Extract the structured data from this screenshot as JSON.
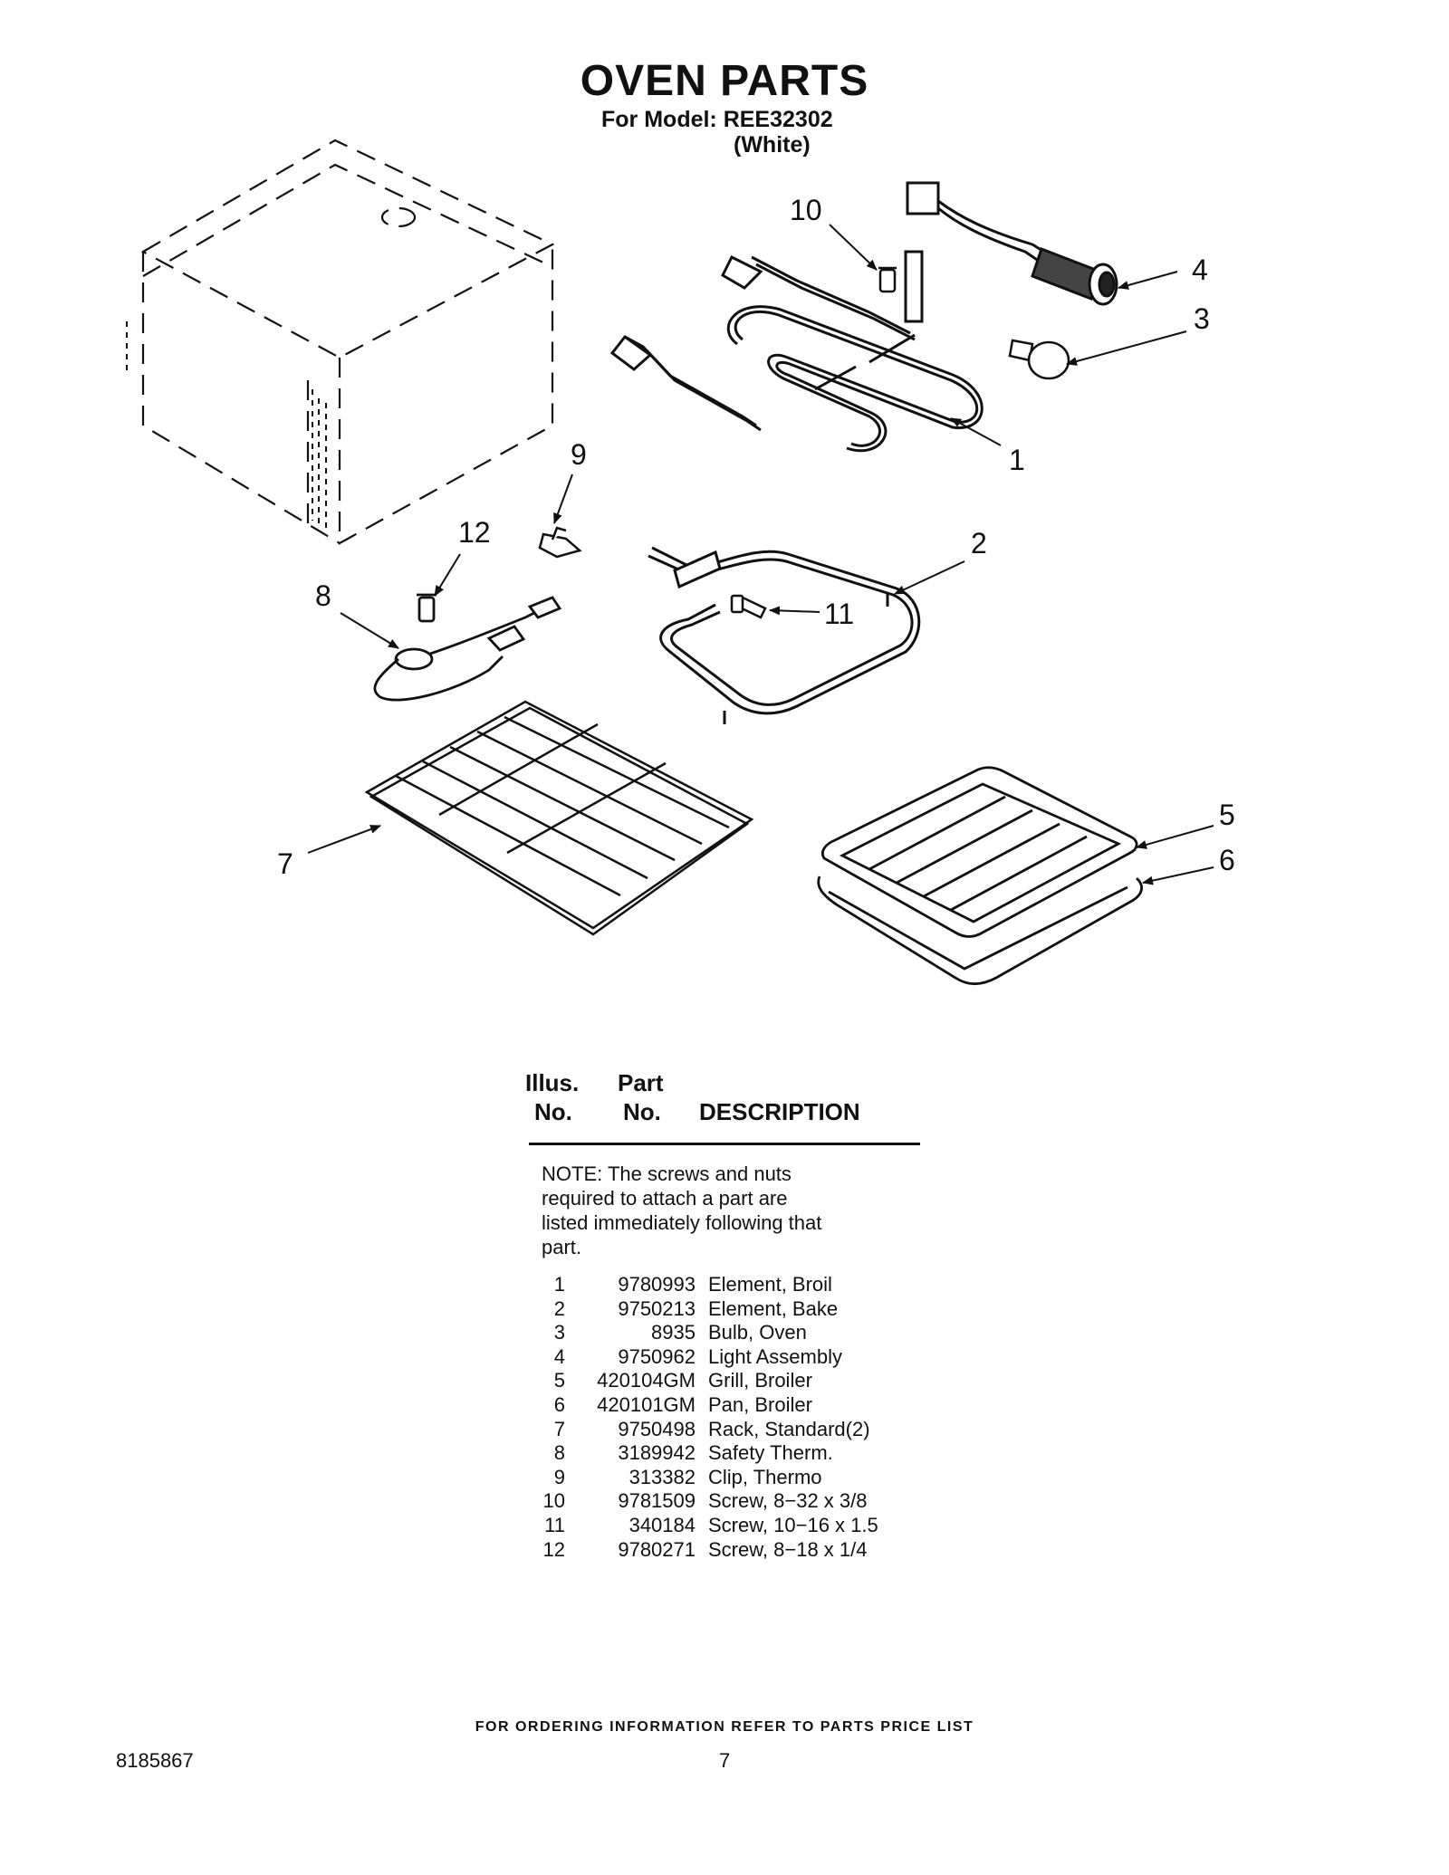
{
  "header": {
    "title": "OVEN PARTS",
    "model": "For Model: REE32302",
    "color": "(White)"
  },
  "callouts": [
    "1",
    "2",
    "3",
    "4",
    "5",
    "6",
    "7",
    "8",
    "9",
    "10",
    "11",
    "12"
  ],
  "table": {
    "headers": {
      "illus": "Illus.",
      "illus_no": "No.",
      "part": "Part",
      "part_no": "No.",
      "description": "DESCRIPTION"
    },
    "note": "NOTE: The screws and nuts required to attach a part are listed immediately following that part.",
    "rows": [
      {
        "no": "1",
        "part": "9780993",
        "desc": "Element, Broil"
      },
      {
        "no": "2",
        "part": "9750213",
        "desc": "Element, Bake"
      },
      {
        "no": "3",
        "part": "8935",
        "desc": "Bulb, Oven"
      },
      {
        "no": "4",
        "part": "9750962",
        "desc": "Light Assembly"
      },
      {
        "no": "5",
        "part": "420104GM",
        "desc": "Grill, Broiler"
      },
      {
        "no": "6",
        "part": "420101GM",
        "desc": "Pan, Broiler"
      },
      {
        "no": "7",
        "part": "9750498",
        "desc": "Rack, Standard(2)"
      },
      {
        "no": "8",
        "part": "3189942",
        "desc": "Safety Therm."
      },
      {
        "no": "9",
        "part": "313382",
        "desc": "Clip, Thermo"
      },
      {
        "no": "10",
        "part": "9781509",
        "desc": "Screw, 8−32 x 3/8"
      },
      {
        "no": "11",
        "part": "340184",
        "desc": "Screw, 10−16 x 1.5"
      },
      {
        "no": "12",
        "part": "9780271",
        "desc": "Screw, 8−18 x 1/4"
      }
    ]
  },
  "footer": {
    "ordering_info": "FOR ORDERING INFORMATION REFER TO PARTS PRICE LIST",
    "doc_number": "8185867",
    "page_number": "7"
  }
}
